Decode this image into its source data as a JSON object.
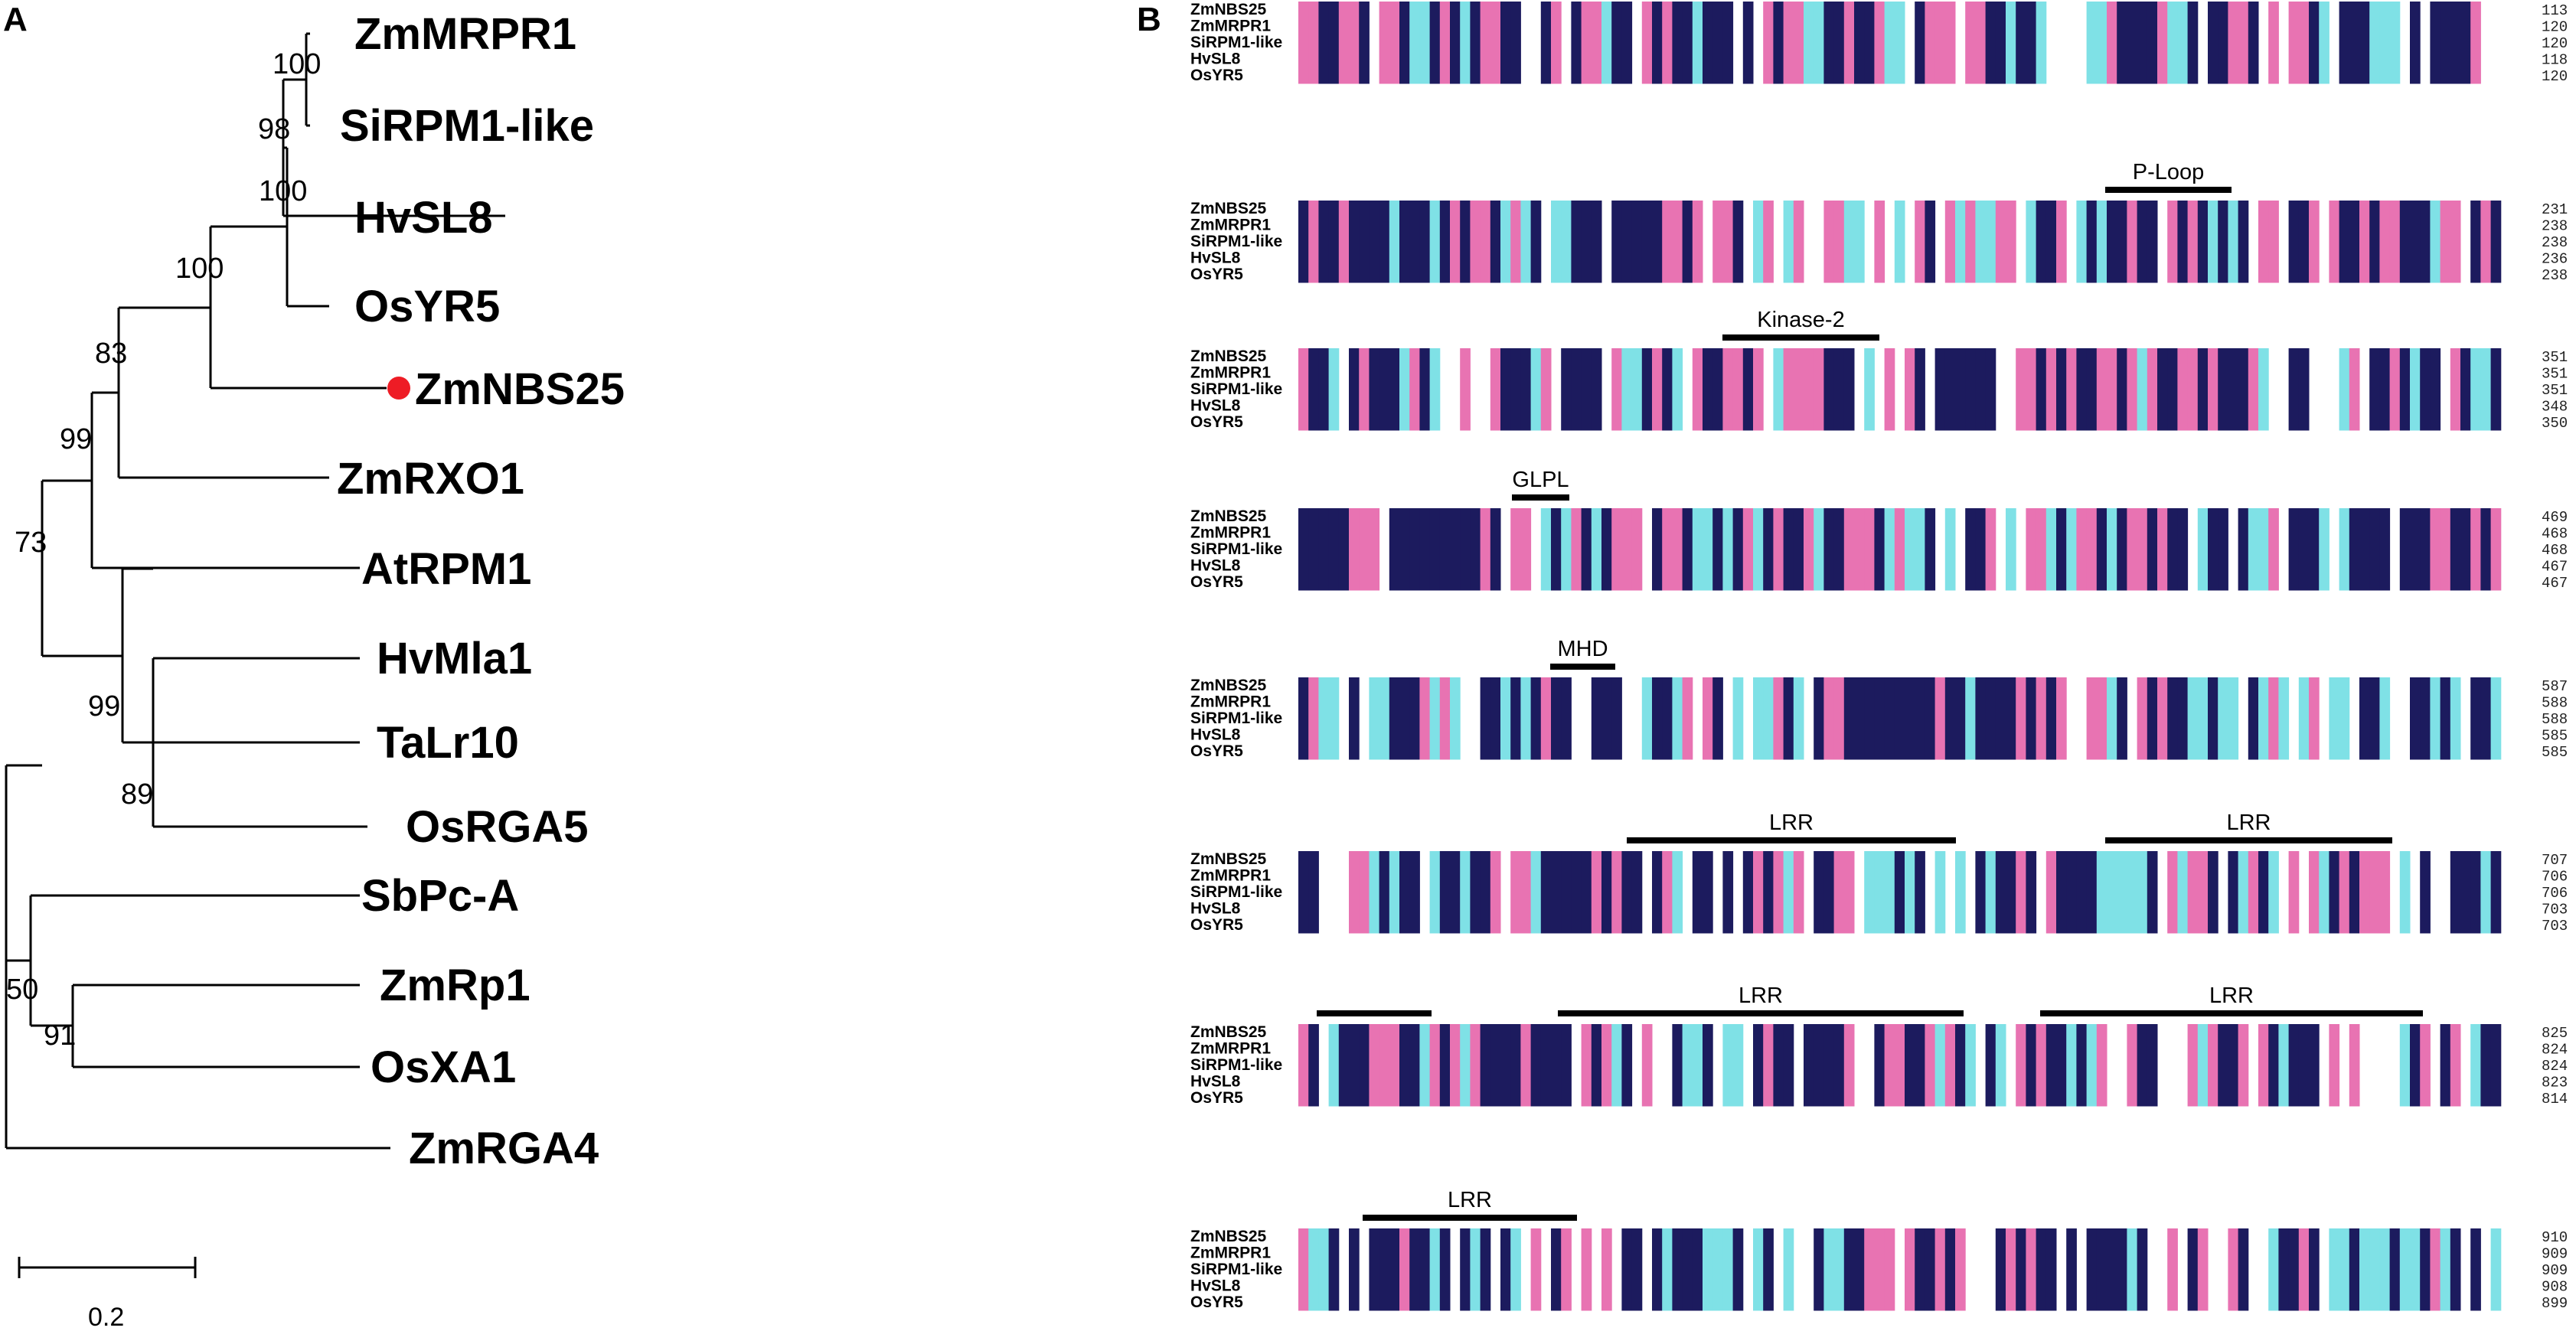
{
  "panel_a": {
    "label": "A",
    "scale_label": "0.2",
    "leaves": [
      {
        "id": "zmmrpr1",
        "name": "ZmMRPR1"
      },
      {
        "id": "sirpm1",
        "name": "SiRPM1-like"
      },
      {
        "id": "hvsl8",
        "name": "HvSL8"
      },
      {
        "id": "osyr5",
        "name": "OsYR5"
      },
      {
        "id": "zmnbs25",
        "name": "ZmNBS25",
        "highlight": "#ee1c25"
      },
      {
        "id": "zmrxo1",
        "name": "ZmRXO1"
      },
      {
        "id": "atrpm1",
        "name": "AtRPM1"
      },
      {
        "id": "hvmla1",
        "name": "HvMla1"
      },
      {
        "id": "talr10",
        "name": "TaLr10"
      },
      {
        "id": "osrga5",
        "name": "OsRGA5"
      },
      {
        "id": "sbpca",
        "name": "SbPc-A"
      },
      {
        "id": "zmrp1",
        "name": "ZmRp1"
      },
      {
        "id": "osxa1",
        "name": "OsXA1"
      },
      {
        "id": "zmrga4",
        "name": "ZmRGA4"
      }
    ],
    "bootstrap": [
      "100",
      "98",
      "100",
      "100",
      "83",
      "99",
      "73",
      "99",
      "89",
      "50",
      "91"
    ]
  },
  "panel_b": {
    "label": "B",
    "sequences": [
      "ZmNBS25",
      "ZmMRPR1",
      "SiRPM1-like",
      "HvSL8",
      "OsYR5"
    ],
    "blocks": [
      {
        "end": [
          "113",
          "120",
          "120",
          "118",
          "120"
        ],
        "motifs": []
      },
      {
        "end": [
          "231",
          "238",
          "238",
          "236",
          "238"
        ],
        "motifs": [
          {
            "name": "P-Loop"
          }
        ]
      },
      {
        "end": [
          "351",
          "351",
          "351",
          "348",
          "350"
        ],
        "motifs": [
          {
            "name": "Kinase-2"
          }
        ]
      },
      {
        "end": [
          "469",
          "468",
          "468",
          "467",
          "467"
        ],
        "motifs": [
          {
            "name": "GLPL"
          }
        ]
      },
      {
        "end": [
          "587",
          "588",
          "588",
          "585",
          "585"
        ],
        "motifs": [
          {
            "name": "MHD"
          }
        ]
      },
      {
        "end": [
          "707",
          "706",
          "706",
          "703",
          "703"
        ],
        "motifs": [
          {
            "name": "LRR"
          },
          {
            "name": "LRR"
          }
        ]
      },
      {
        "end": [
          "825",
          "824",
          "824",
          "823",
          "814"
        ],
        "motifs": [
          {
            "name": ""
          },
          {
            "name": "LRR"
          },
          {
            "name": "LRR"
          }
        ]
      },
      {
        "end": [
          "910",
          "909",
          "909",
          "908",
          "899"
        ],
        "motifs": [
          {
            "name": "LRR"
          }
        ]
      }
    ],
    "colors": {
      "identical": "#1c1b5e",
      "strong": "#e873b2",
      "weak": "#7fe1e6",
      "text": "#ffffff"
    }
  }
}
